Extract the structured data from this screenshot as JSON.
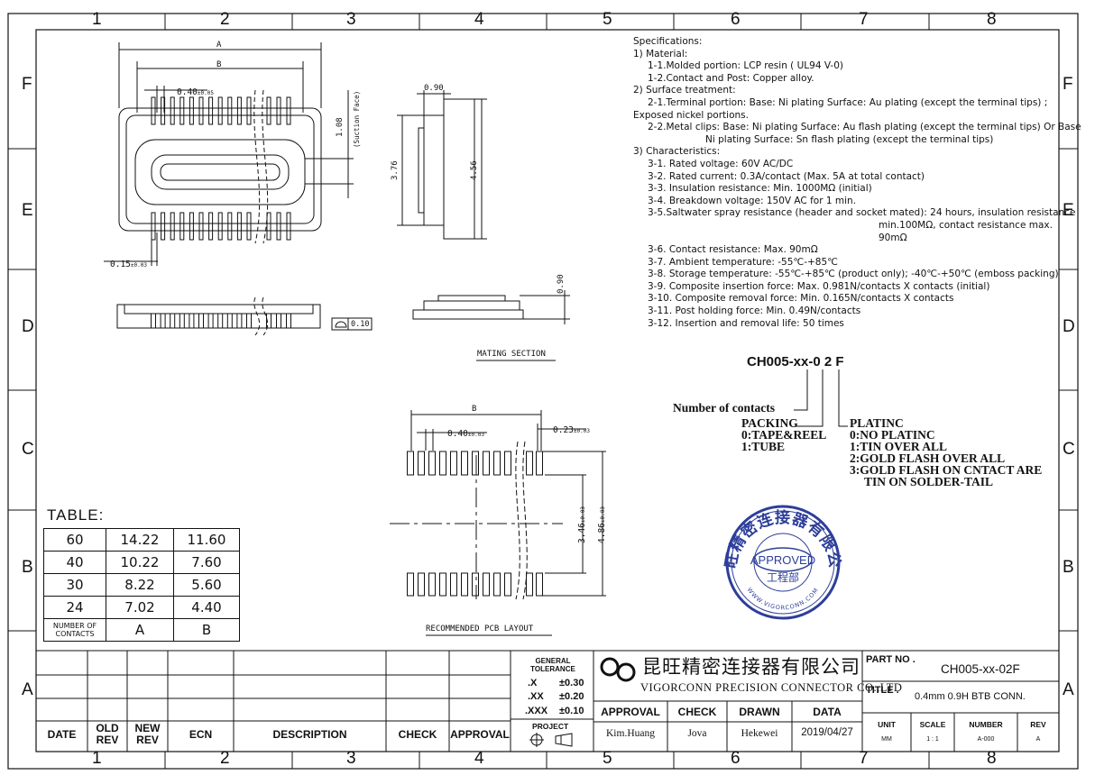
{
  "zones": {
    "columns": [
      "1",
      "2",
      "3",
      "4",
      "5",
      "6",
      "7",
      "8"
    ],
    "rows": [
      "F",
      "E",
      "D",
      "C",
      "B",
      "A"
    ]
  },
  "top_view": {
    "dim_a": "A",
    "dim_b": "B",
    "pitch": "0.40",
    "pitch_tol": "±0.05",
    "width": "0.15",
    "width_tol": "±0.03",
    "height_108": "1.08",
    "suction_face": "(Suction Face)",
    "flatness": "0.10"
  },
  "side_view": {
    "dim_090_top": "0.90",
    "dim_376": "3.76",
    "dim_456": "4.56",
    "dim_090_mating": "0.90",
    "mating_section": "MATING SECTION"
  },
  "pcb_layout": {
    "dim_b": "B",
    "pitch": "0.40",
    "pitch_tol": "±0.03",
    "pad_width": "0.23",
    "pad_width_tol": "±0.03",
    "dim_346": "3.46",
    "dim_346_tol": "±0.03",
    "dim_486": "4.86",
    "dim_486_tol": "±0.03",
    "caption": "RECOMMENDED PCB LAYOUT"
  },
  "specs": [
    "Specifications:",
    "1) Material:",
    "1-1.Molded portion: LCP resin ( UL94 V-0)",
    "1-2.Contact and Post: Copper alloy.",
    "2) Surface treatment:",
    "2-1.Terminal portion: Base: Ni plating Surface: Au plating (except the terminal tips) ;",
    "Exposed nickel portions.",
    "2-2.Metal clips: Base: Ni plating Surface: Au flash plating (except the terminal tips) Or Base",
    "Ni plating Surface: Sn flash plating (except the terminal tips)",
    "3) Characteristics:",
    "3-1. Rated voltage: 60V AC/DC",
    "3-2. Rated current: 0.3A/contact (Max. 5A at total contact)",
    "3-3. Insulation resistance: Min. 1000MΩ (initial)",
    "3-4. Breakdown voltage: 150V AC for 1 min.",
    "3-5.Saltwater spray resistance (header and socket mated): 24 hours, insulation resistance",
    "min.100MΩ, contact resistance max.",
    "90mΩ",
    "3-6. Contact resistance: Max. 90mΩ",
    "3-7. Ambient temperature: -55℃-+85℃",
    "3-8. Storage temperature: -55℃-+85℃ (product only); -40℃-+50℃ (emboss packing)",
    "3-9. Composite insertion force: Max. 0.981N/contacts X contacts (initial)",
    "3-10. Composite removal force: Min. 0.165N/contacts X contacts",
    "3-11. Post holding force: Min. 0.49N/contacts",
    "3-12. Insertion and removal life: 50 times"
  ],
  "part_code": {
    "code": "CH005-xx-0 2 F",
    "number_of_contacts": "Number of contacts",
    "packing_title": "PACKING",
    "packing_options": [
      "0:TAPE&REEL",
      "1:TUBE"
    ],
    "plating_title": "PLATINC",
    "plating_options": [
      "0:NO PLATINC",
      "1:TIN OVER ALL",
      "2:GOLD FLASH OVER ALL",
      "3:GOLD FLASH ON CNTACT ARE",
      "TIN ON SOLDER-TAIL"
    ]
  },
  "stamp": {
    "outer_text": "昆旺精密连接器有限公司",
    "approved": "APPROVED",
    "dept": "工程部",
    "url": "WWW.VIGORCONN.COM",
    "color": "#2d3e9a"
  },
  "table": {
    "title": "TABLE:",
    "rows": [
      [
        "60",
        "14.22",
        "11.60"
      ],
      [
        "40",
        "10.22",
        "7.60"
      ],
      [
        "30",
        "8.22",
        "5.60"
      ],
      [
        "24",
        "7.02",
        "4.40"
      ]
    ],
    "footer": [
      "NUMBER OF CONTACTS",
      "A",
      "B"
    ]
  },
  "revision": {
    "headers": [
      "DATE",
      "OLD REV",
      "NEW REV",
      "ECN",
      "DESCRIPTION",
      "CHECK",
      "APPROVAL"
    ]
  },
  "tolerance": {
    "title": "GENERAL TOLERANCE",
    "rows": [
      [
        ".X",
        "±0.30"
      ],
      [
        ".XX",
        "±0.20"
      ],
      [
        ".XXX",
        "±0.10"
      ]
    ],
    "project": "PROJECT"
  },
  "company": {
    "name_cn": "昆旺精密连接器有限公司",
    "name_en": "VIGORCONN PRECISION CONNECTOR CO.,LTD"
  },
  "approval": {
    "headers": [
      "APPROVAL",
      "CHECK",
      "DRAWN",
      "DATA"
    ],
    "values": [
      "Kim.Huang",
      "Jova",
      "Hekewei",
      "2019/04/27"
    ]
  },
  "part_info": {
    "part_no_label": "PART NO .",
    "part_no": "CH005-xx-02F",
    "title_label": "TITLE .",
    "title": "0.4mm 0.9H BTB CONN.",
    "headers": [
      "UNIT",
      "SCALE",
      "NUMBER",
      "REV"
    ],
    "values": [
      "MM",
      "1 : 1",
      "A-000",
      "A"
    ]
  }
}
